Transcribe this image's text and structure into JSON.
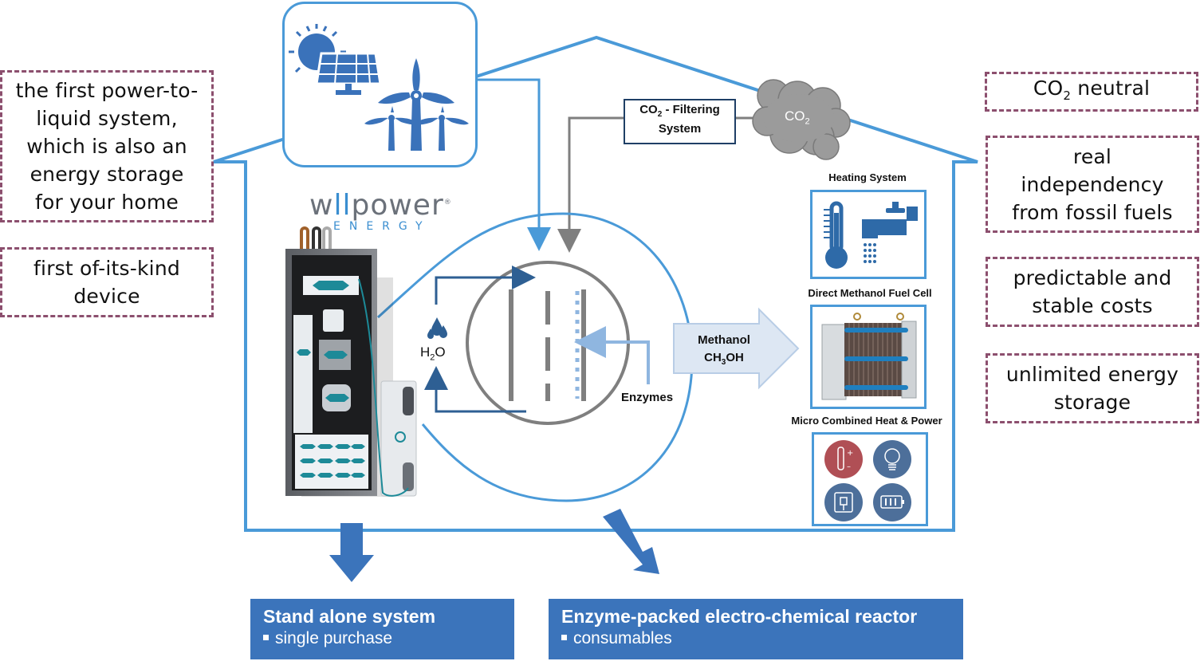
{
  "left_benefits": [
    {
      "lines": [
        "the first power-to-",
        "liquid system,",
        "which is also an",
        "energy storage",
        "for your home"
      ]
    },
    {
      "lines": [
        "first of-its-kind",
        "device"
      ]
    }
  ],
  "right_benefits": [
    {
      "lines_html": "CO<sub>2</sub> neutral"
    },
    {
      "lines": [
        "real",
        "independency",
        "from fossil fuels"
      ]
    },
    {
      "lines": [
        "predictable and",
        "stable costs"
      ]
    },
    {
      "lines": [
        "unlimited energy",
        "storage"
      ]
    }
  ],
  "logo": {
    "word_a": "w",
    "word_ll": "ll",
    "word_b": "power",
    "registered": "®",
    "sub": "ENERGY"
  },
  "renewables": {
    "icons": [
      "sun-icon",
      "solar-panel-icon",
      "wind-turbine-icon"
    ]
  },
  "co2_filter": {
    "line1_prefix": "CO",
    "line1_sub": "2",
    "line1_suffix": " - Filtering",
    "line2": "System"
  },
  "co2_cloud": {
    "prefix": "CO",
    "sub": "2"
  },
  "reactor": {
    "water": {
      "prefix": "H",
      "sub": "2",
      "suffix": "O"
    },
    "enzymes_label": "Enzymes"
  },
  "methanol_arrow": {
    "line1": "Methanol",
    "line2_prefix": "CH",
    "line2_sub": "3",
    "line2_suffix": "OH"
  },
  "applications": [
    {
      "label": "Heating System",
      "icons": [
        "thermometer-icon",
        "water-tap-icon"
      ]
    },
    {
      "label": "Direct Methanol Fuel Cell",
      "icons": [
        "fuel-cell-stack-image"
      ]
    },
    {
      "label": "Micro Combined Heat & Power",
      "icons": [
        "temperature-control-icon",
        "light-bulb-icon",
        "power-plug-icon",
        "battery-icon"
      ]
    }
  ],
  "bottom_boxes": [
    {
      "title": "Stand alone system",
      "bullet": "single purchase"
    },
    {
      "title": "Enzyme-packed electro-chemical reactor",
      "bullet": "consumables"
    }
  ],
  "colors": {
    "house_blue": "#4a9ad8",
    "dark_blue": "#2e5f93",
    "box_blue": "#3b74bb",
    "dash_purple": "#8c4f6e",
    "gray": "#7f7f7f",
    "enzyme_light_blue": "#8fb6e0",
    "icon_red": "#b04f55",
    "icon_slate": "#4d6f9a"
  }
}
